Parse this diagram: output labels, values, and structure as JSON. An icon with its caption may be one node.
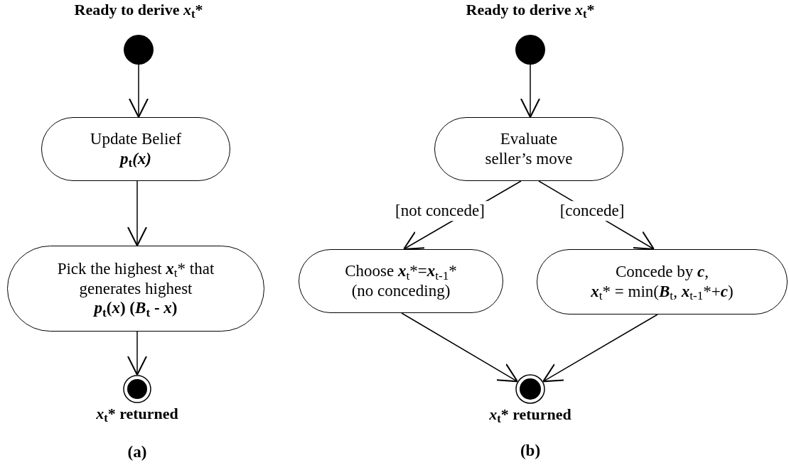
{
  "diagram": {
    "nodes": [
      {
        "text": [
          "Ready to derive *x*$_{t}$*"
        ]
      },
      {
        "text": [
          "Update Belief",
          "*p*$_{t}$*(x)*"
        ]
      },
      {
        "text": [
          "Pick the highest *x*$_{t}$* that generates highest",
          "*p*$_{t}$(*x*) (*B*$_{t}$ - *x*)"
        ]
      },
      {
        "text": [
          "*x*$_{t}$* returned"
        ]
      },
      {
        "text": [
          "Ready to derive *x*$_{t}$*"
        ]
      },
      {
        "text": [
          "Evaluate seller’s move"
        ]
      },
      {
        "text": [
          "Choose *x*$_{t}$*=*x*$_{t-1}$*",
          "(no conceding)"
        ]
      },
      {
        "text": [
          "Concede by *c*,",
          "*x*$_{t}$* = min(*B*$_{t}$, *x*$_{t-1}$*+*c*)"
        ]
      },
      {
        "text": [
          "*x*$_{t}$* returned"
        ]
      }
    ],
    "edges": [
      {
        "from": 0,
        "to": 1,
        "arrow": "to"
      },
      {
        "from": 1,
        "to": 2,
        "arrow": "to"
      },
      {
        "from": 2,
        "to": 3,
        "arrow": "to"
      },
      {
        "from": 4,
        "to": 5,
        "arrow": "to"
      },
      {
        "from": 5,
        "to": 6,
        "arrow": "to",
        "label": "[not concede]"
      },
      {
        "from": 5,
        "to": 7,
        "arrow": "to",
        "label": "[concede]"
      },
      {
        "from": 6,
        "to": 8,
        "arrow": "to"
      },
      {
        "from": 7,
        "to": 8,
        "arrow": "to"
      }
    ],
    "labels": [
      "(a)",
      "(b)"
    ]
  }
}
